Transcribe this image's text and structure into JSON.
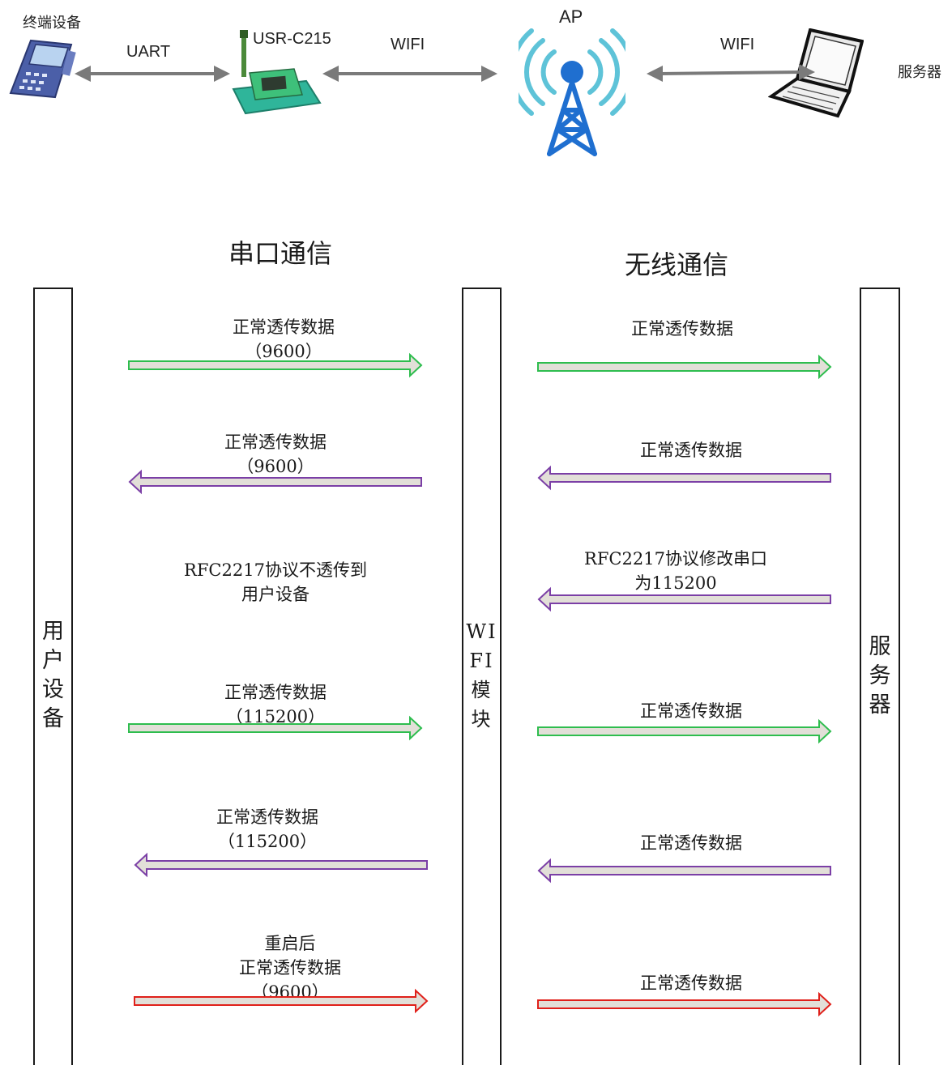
{
  "network": {
    "terminal_label": "终端设备",
    "uart_label": "UART",
    "module_label": "USR-C215",
    "wifi_left_label": "WIFI",
    "ap_label": "AP",
    "wifi_right_label": "WIFI",
    "server_label": "服务器"
  },
  "sections": {
    "serial_title": "串口通信",
    "wireless_title": "无线通信"
  },
  "lifelines": {
    "user_device": "用\n户\n设\n备",
    "wifi_module": "WI\nFI\n模\n块",
    "server": "服\n务\n器"
  },
  "serial_messages": [
    {
      "line1": "正常透传数据",
      "line2": "（9600）"
    },
    {
      "line1": "正常透传数据",
      "line2": "（9600）"
    },
    {
      "line1": "RFC2217协议不透传到",
      "line2": "用户设备"
    },
    {
      "line1": "正常透传数据",
      "line2": "（115200）"
    },
    {
      "line1": "正常透传数据",
      "line2": "（115200）"
    },
    {
      "line1": "重启后",
      "line2": "正常透传数据",
      "line3": "（9600）"
    }
  ],
  "wireless_messages": [
    {
      "line1": "正常透传数据"
    },
    {
      "line1": "正常透传数据"
    },
    {
      "line1": "RFC2217协议修改串口",
      "line2": "为115200"
    },
    {
      "line1": "正常透传数据"
    },
    {
      "line1": "正常透传数据"
    },
    {
      "line1": "正常透传数据"
    }
  ],
  "colors": {
    "arrow_fill": "#e2dfd8",
    "green_border": "#2ebd4e",
    "purple_border": "#7b3fa6",
    "red_border": "#e0201a",
    "ap_blue": "#1f6fd0",
    "ap_wave": "#5ec3d8",
    "device_blue": "#5a6fb3"
  }
}
